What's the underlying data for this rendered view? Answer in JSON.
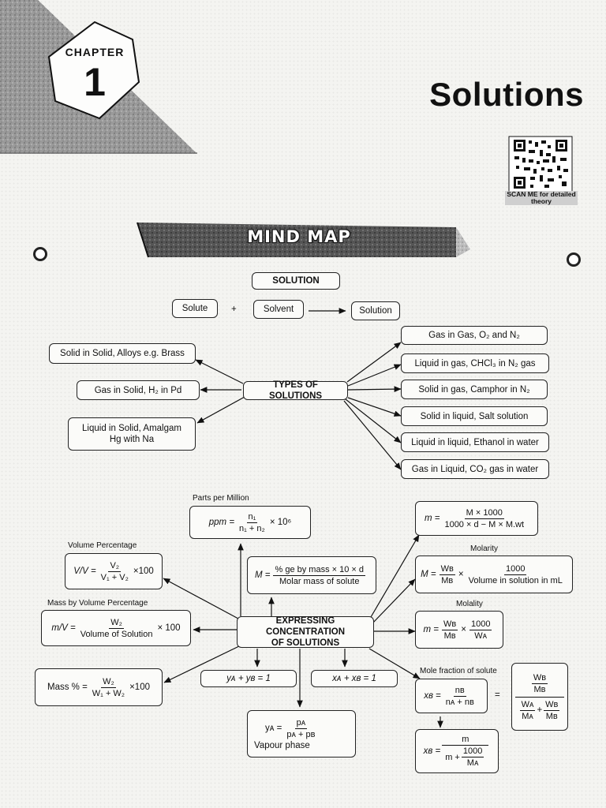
{
  "header": {
    "chapter_word": "CHAPTER",
    "chapter_number": "1",
    "title": "Solutions",
    "qr_caption": "SCAN ME for detailed theory"
  },
  "mind_map": {
    "banner": "MIND MAP",
    "top": {
      "heading": "SOLUTION",
      "solute": "Solute",
      "plus": "+",
      "solvent": "Solvent",
      "result": "Solution"
    },
    "types": {
      "center": "TYPES OF SOLUTIONS",
      "left": [
        "Solid in Solid, Alloys e.g. Brass",
        "Gas in Solid, H₂ in Pd",
        "Liquid in Solid, Amalgam",
        "Hg with Na"
      ],
      "right": [
        "Gas in Gas, O₂ and N₂",
        "Liquid in gas, CHCl₃ in N₂ gas",
        "Solid in gas, Camphor in N₂",
        "Solid in liquid, Salt solution",
        "Liquid in liquid, Ethanol in water",
        "Gas in Liquid, CO₂ gas in water"
      ]
    },
    "concentration": {
      "center": [
        "EXPRESSING CONCENTRATION",
        "OF SOLUTIONS"
      ],
      "ppm": {
        "label": "Parts per Million",
        "lhs": "ppm =",
        "num": "n₁",
        "den": "n₁ + n₂",
        "tail": "× 10⁶"
      },
      "volume_pct": {
        "label": "Volume Percentage",
        "lhs": "V/V =",
        "num": "V₂",
        "den": "V₁ + V₂",
        "tail": "×100"
      },
      "mass_by_volume": {
        "label": "Mass by Volume Percentage",
        "lhs": "m/V =",
        "num": "W₂",
        "den": "Volume of Solution",
        "tail": "× 100"
      },
      "mass_pct": {
        "lhs": "Mass % =",
        "num": "W₂",
        "den": "W₁ + W₂",
        "tail": "×100"
      },
      "molarity_from_pct": {
        "lhs": "M =",
        "num": "% ge by mass × 10 × d",
        "den": "Molar mass of solute"
      },
      "molality_density": {
        "lhs": "m =",
        "num": "M × 1000",
        "den": "1000 × d − M × M.wt"
      },
      "molarity": {
        "label": "Molarity",
        "lhs": "M =",
        "num1": "Wʙ",
        "den1": "Mʙ",
        "times": "×",
        "num2": "1000",
        "den2": "Volume in solution in mL"
      },
      "molality": {
        "label": "Molality",
        "lhs": "m =",
        "num1": "Wʙ",
        "den1": "Mʙ",
        "times": "×",
        "num2": "1000",
        "den2": "Wᴀ"
      },
      "mole_fraction_sum_y": "yᴀ + yʙ = 1",
      "mole_fraction_sum_x": "xᴀ + xʙ = 1",
      "vapour_phase": {
        "lhs": "yᴀ =",
        "num": "pᴀ",
        "den": "pᴀ + pʙ",
        "caption": "Vapour phase"
      },
      "mole_fraction": {
        "label": "Mole fraction of solute",
        "lhs": "xʙ =",
        "num": "nʙ",
        "den": "nᴀ + nʙ",
        "equals": "=",
        "alt_num_top": "Wʙ",
        "alt_num_bottom": "Mʙ",
        "alt_den_a_top": "Wᴀ",
        "alt_den_a_bottom": "Mᴀ",
        "alt_plus": "+",
        "alt_den_b_top": "Wʙ",
        "alt_den_b_bottom": "Mʙ"
      },
      "mole_fraction_molality": {
        "lhs": "xʙ =",
        "num": "m",
        "den_lead": "m +",
        "den_num": "1000",
        "den_den": "Mᴀ"
      }
    }
  }
}
